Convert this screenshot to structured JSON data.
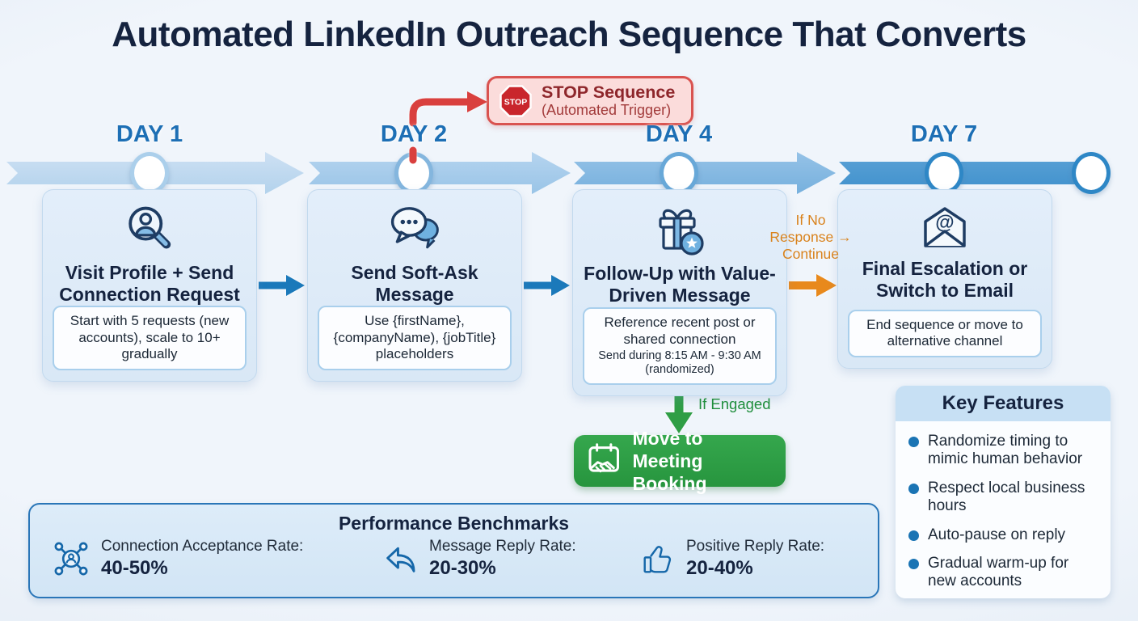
{
  "title": "Automated LinkedIn Outreach Sequence That Converts",
  "stop_callout": {
    "sign": "STOP",
    "title": "STOP Sequence",
    "subtitle": "(Automated Trigger)"
  },
  "timeline": {
    "days": [
      {
        "label": "DAY 1"
      },
      {
        "label": "DAY 2"
      },
      {
        "label": "DAY 4"
      },
      {
        "label": "DAY 7"
      }
    ]
  },
  "steps": [
    {
      "icon": "profile-search-icon",
      "title": "Visit Profile + Send Connection Request",
      "note": "Start with 5 requests (new accounts), scale to 10+ gradually"
    },
    {
      "icon": "chat-bubbles-icon",
      "title": "Send Soft-Ask Message",
      "note": "Use {firstName}, {companyName), {jobTitle} placeholders"
    },
    {
      "icon": "gift-star-icon",
      "title": "Follow-Up with Value-Driven Message",
      "note": "Reference recent post or shared connection",
      "note_detail": "Send during 8:15 AM - 9:30 AM (randomized)"
    },
    {
      "icon": "open-email-icon",
      "title": "Final Escalation or Switch to Email",
      "note": "End sequence or move to alternative channel"
    }
  ],
  "branches": {
    "no_response": {
      "lines": [
        "If No",
        "Response →",
        "Continue"
      ]
    },
    "engaged_label": "If Engaged",
    "cta": {
      "line1": "Move to",
      "line2": "Meeting Booking"
    }
  },
  "benchmarks": {
    "title": "Performance Benchmarks",
    "stats": [
      {
        "icon": "network-icon",
        "label": "Connection Acceptance Rate:",
        "value": "40-50%"
      },
      {
        "icon": "reply-arrow-icon",
        "label": "Message Reply Rate:",
        "value": "20-30%"
      },
      {
        "icon": "thumbs-up-icon",
        "label": "Positive Reply Rate:",
        "value": "20-40%"
      }
    ]
  },
  "key_features": {
    "title": "Key Features",
    "items": [
      "Randomize timing to mimic human behavior",
      "Respect local business hours",
      "Auto-pause on reply",
      "Gradual warm-up for new accounts"
    ]
  },
  "colors": {
    "navy": "#15233f",
    "day_blue": "#1d6fb5",
    "arrow_blue": "#1b79ba",
    "orange": "#e8891c",
    "green": "#2f9e45",
    "red": "#d9403e",
    "stop_red": "#c9262c"
  }
}
